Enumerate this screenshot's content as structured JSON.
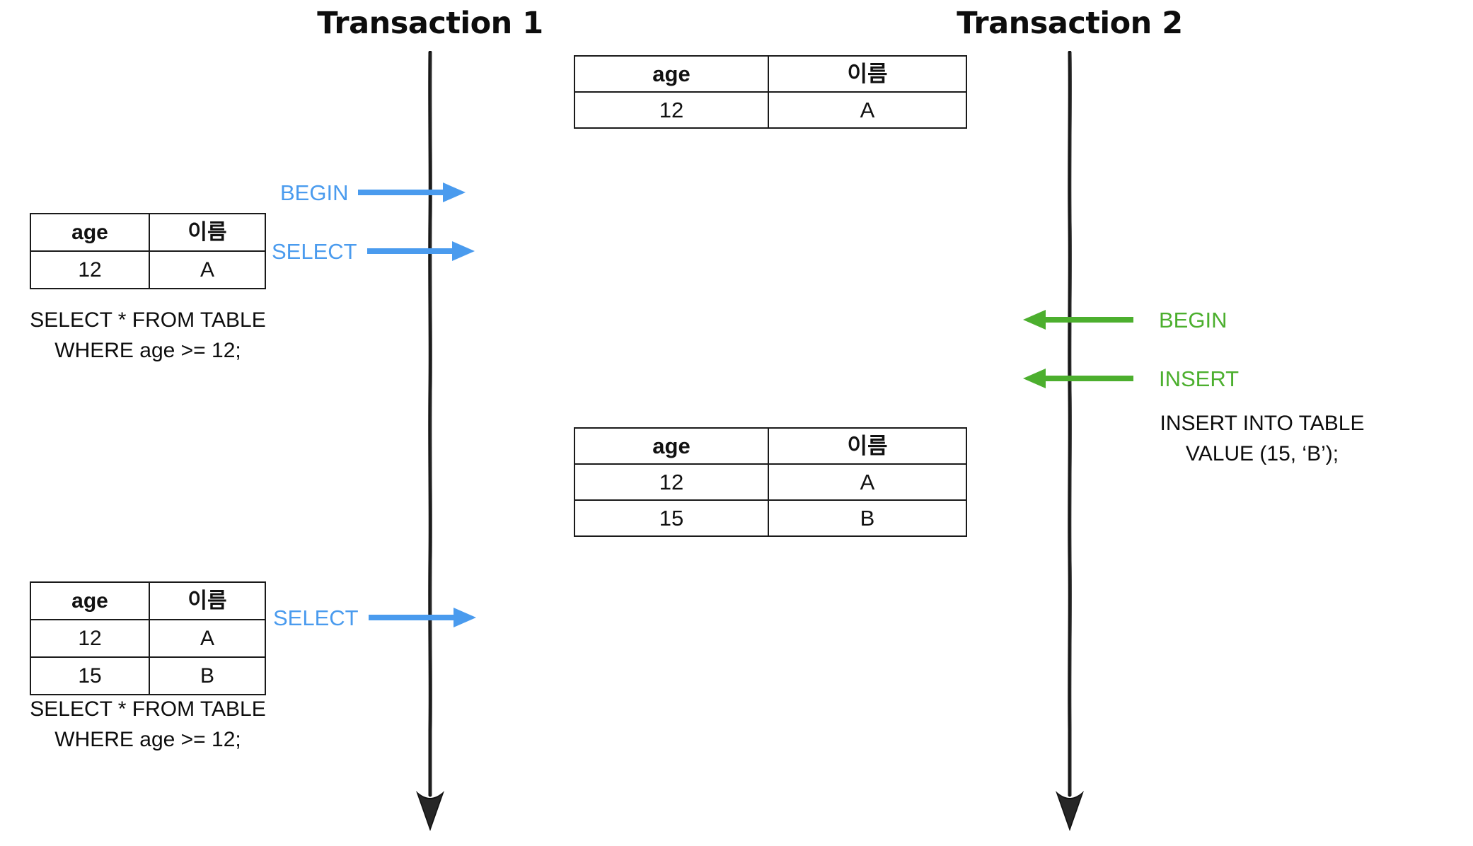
{
  "diagram": {
    "title_left": "Transaction 1",
    "title_right": "Transaction 2",
    "colors": {
      "blue": "#4a9bee",
      "green": "#4caf2e",
      "line": "#111111",
      "text": "#0d0d0d"
    }
  },
  "columns": {
    "age": "age",
    "name": "이름"
  },
  "tables": {
    "db_initial": {
      "headers": [
        "age",
        "이름"
      ],
      "rows": [
        [
          "12",
          "A"
        ]
      ]
    },
    "select_result_1": {
      "headers": [
        "age",
        "이름"
      ],
      "rows": [
        [
          "12",
          "A"
        ]
      ]
    },
    "db_after_insert": {
      "headers": [
        "age",
        "이름"
      ],
      "rows": [
        [
          "12",
          "A"
        ],
        [
          "15",
          "B"
        ]
      ]
    },
    "select_result_2": {
      "headers": [
        "age",
        "이름"
      ],
      "rows": [
        [
          "12",
          "A"
        ],
        [
          "15",
          "B"
        ]
      ]
    }
  },
  "captions": {
    "select_sql_1": "SELECT * FROM TABLE\nWHERE age >= 12;",
    "insert_sql": "INSERT INTO TABLE\nVALUE (15, ‘B’);",
    "select_sql_2": "SELECT * FROM TABLE\nWHERE age >= 12;"
  },
  "messages": {
    "tx1_begin": "BEGIN",
    "tx1_select_1": "SELECT",
    "tx2_begin": "BEGIN",
    "tx2_insert": "INSERT",
    "tx1_select_2": "SELECT"
  }
}
